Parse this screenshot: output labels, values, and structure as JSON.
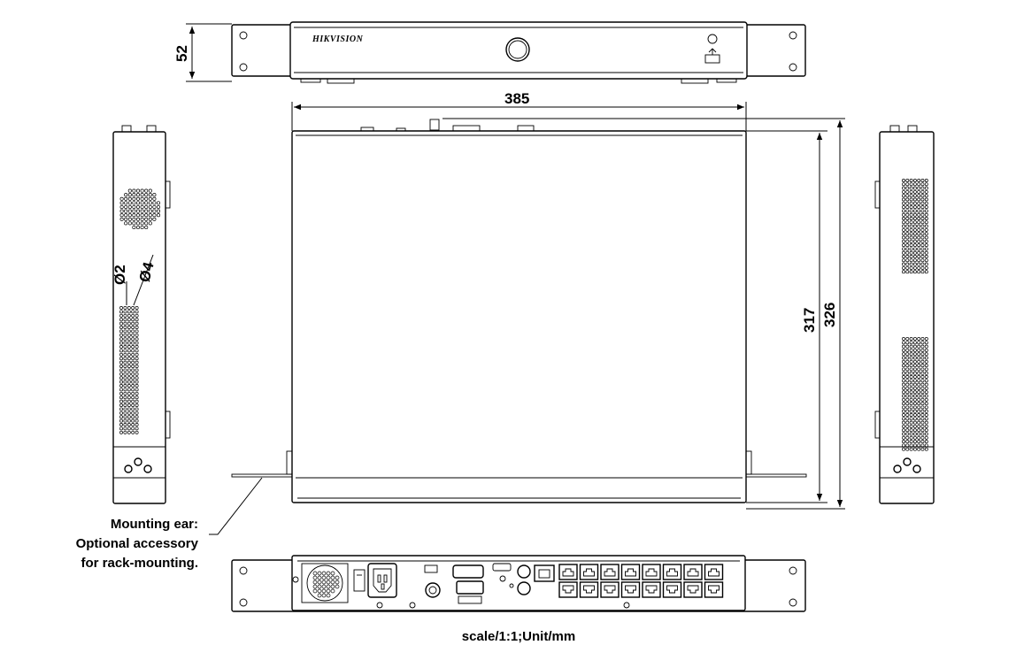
{
  "brand": {
    "logo_text": "HIKVISION"
  },
  "dimensions": {
    "height": "52",
    "width": "385",
    "depth_inner": "317",
    "depth_overall": "326",
    "hole_small": "Ø2",
    "hole_large": "Ø4"
  },
  "notes": {
    "mounting_ear": [
      "Mounting ear:",
      "Optional accessory",
      "for rack-mounting."
    ],
    "scale": "scale/1:1;Unit/mm"
  }
}
